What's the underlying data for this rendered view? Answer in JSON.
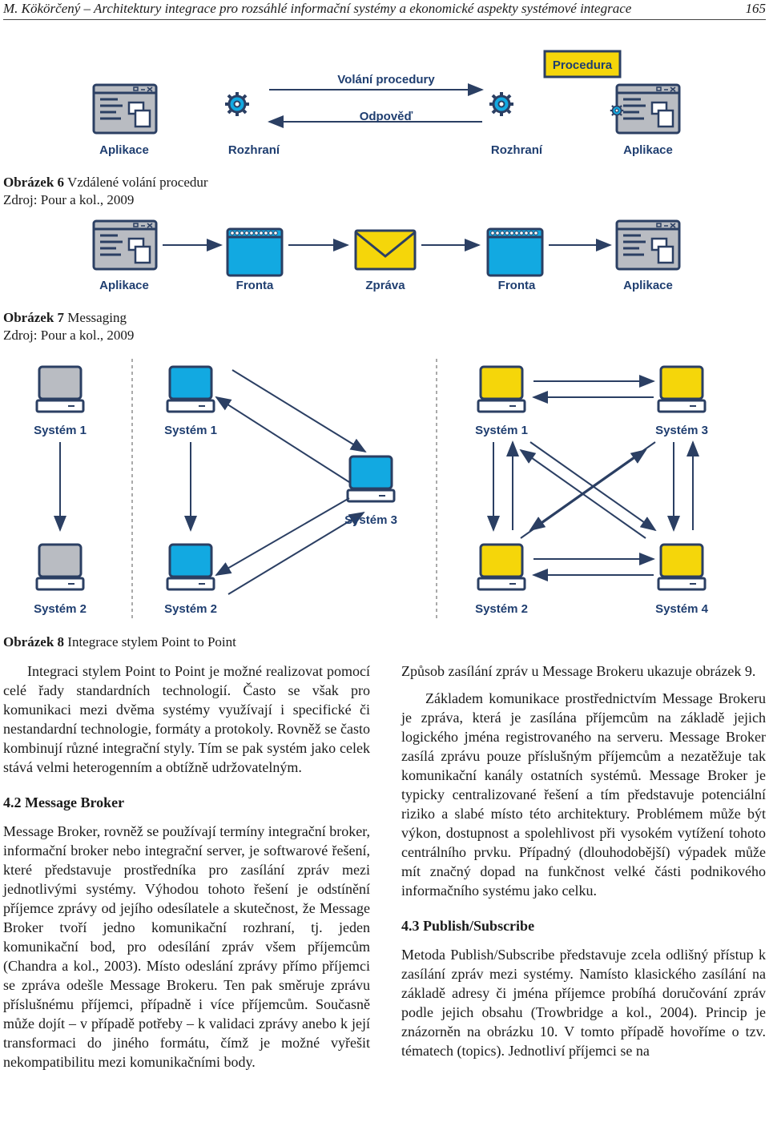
{
  "header": {
    "running_title": "M. Kökörčený – Architektury integrace pro rozsáhlé informační systémy a ekonomické aspekty systémové integrace",
    "page_number": "165"
  },
  "fig6": {
    "call_label": "Volání procedury",
    "procedure_label": "Procedura",
    "response_label": "Odpověď",
    "labels": [
      "Aplikace",
      "Rozhraní",
      "Rozhraní",
      "Aplikace"
    ],
    "caption_prefix": "Obrázek 6",
    "caption_text": " Vzdálené volání procedur",
    "source": "Zdroj: Pour a kol., 2009"
  },
  "fig7": {
    "labels": [
      "Aplikace",
      "Fronta",
      "Zpráva",
      "Fronta",
      "Aplikace"
    ],
    "caption_prefix": "Obrázek 7",
    "caption_text": " Messaging",
    "source": "Zdroj: Pour a kol., 2009"
  },
  "fig8": {
    "left_top": [
      "Systém 1",
      "Systém 1"
    ],
    "left_bottom": [
      "Systém 2",
      "Systém 2"
    ],
    "middle": "Systém 3",
    "right_top": [
      "Systém 1",
      "Systém 3"
    ],
    "right_bottom": [
      "Systém 2",
      "Systém 4"
    ],
    "caption_prefix": "Obrázek 8",
    "caption_text": " Integrace stylem Point to Point",
    "colors": {
      "gray": "#b9bcc2",
      "blue": "#12a9e1",
      "yellow": "#f5d60a",
      "navy": "#2b3f63"
    }
  },
  "left_column": {
    "p1": "Integraci stylem Point to Point je možné realizovat pomocí celé řady standardních technologií. Často se však pro komunikaci mezi dvěma systémy využívají i specifické či nestandardní technologie, formáty a protokoly. Rovněž se často kombinují různé integrační styly. Tím se pak systém jako celek stává velmi heterogenním a obtížně udržovatelným.",
    "heading": "4.2  Message Broker",
    "p2": "Message Broker, rovněž se používají termíny integrační broker, informační broker nebo integrační server, je softwarové řešení, které představuje prostředníka pro zasílání zpráv mezi jednotlivými systémy. Výhodou tohoto řešení je odstínění příjemce zprávy od jejího odesílatele a skutečnost, že Message Broker tvoří jedno komunikační rozhraní, tj. jeden komunikační bod, pro odesílání zpráv všem příjemcům (Chandra a kol., 2003). Místo odeslání zprávy přímo příjemci se zpráva odešle Message Brokeru. Ten pak směruje zprávu příslušnému příjemci, případně i více příjemcům. Současně může dojít – v případě potřeby – k validaci zprávy anebo k její transformaci do jiného formátu, čímž je možné vyřešit nekompatibilitu mezi komunikačními body."
  },
  "right_column": {
    "p1": "Způsob zasílání zpráv u Message Brokeru ukazuje obrázek 9.",
    "p2": "Základem komunikace prostřednictvím Message Brokeru je zpráva, která je zasílána příjemcům na základě jejich logického jména registrovaného na serveru. Message Broker zasílá zprávu pouze příslušným příjemcům a nezatěžuje tak komunikační kanály ostatních systémů. Message Broker je typicky centralizované řešení a tím představuje potenciální riziko a slabé místo této architektury. Problémem může být výkon, dostupnost a spolehlivost při vysokém vytížení tohoto centrálního prvku. Případný (dlouhodobější) výpadek může mít značný dopad na funkčnost velké části podnikového informačního systému jako celku.",
    "heading": "4.3  Publish/Subscribe",
    "p3": "Metoda Publish/Subscribe představuje zcela odlišný přístup k zasílání zpráv mezi systémy. Namísto klasického zasílání na základě adresy či jména příjemce probíhá doručování zpráv podle jejich obsahu (Trowbridge a kol., 2004). Princip je znázorněn na obrázku 10. V tomto případě hovoříme o tzv. tématech (topics). Jednotliví příjemci se na"
  }
}
